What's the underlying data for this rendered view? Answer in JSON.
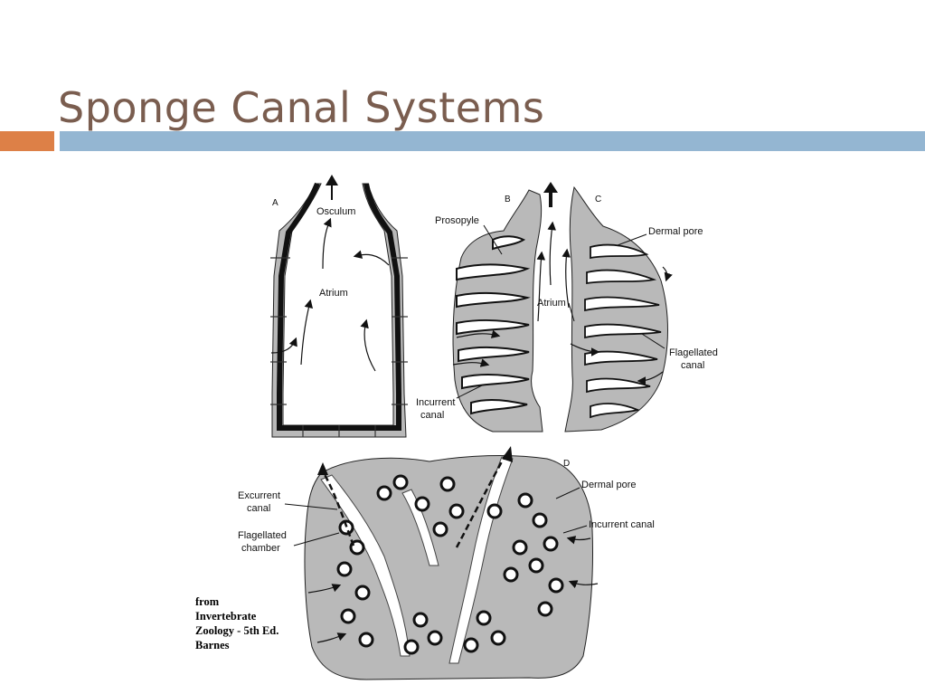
{
  "slide": {
    "title": "Sponge Canal Systems"
  },
  "figure": {
    "panels": [
      "A",
      "B",
      "C",
      "D"
    ],
    "labels": {
      "osculum": "Osculum",
      "atrium_a": "Atrium",
      "prosopyle": "Prosopyle",
      "dermal_pore_c": "Dermal pore",
      "atrium_bc": "Atrium",
      "flagellated_canal_1": "Flagellated",
      "flagellated_canal_2": "canal",
      "incurrent_canal_1": "Incurrent",
      "incurrent_canal_2": "canal",
      "excurrent_canal_1": "Excurrent",
      "excurrent_canal_2": "canal",
      "flagellated_chamber_1": "Flagellated",
      "flagellated_chamber_2": "chamber",
      "dermal_pore_d": "Dermal pore",
      "incurrent_canal_d": "Incurrent canal"
    },
    "credit": [
      "from",
      "Invertebrate",
      "Zoology - 5th Ed.",
      "Barnes"
    ]
  },
  "colors": {
    "title": "#7a5d4f",
    "accent_orange": "#dd8047",
    "accent_blue": "#94b6d2",
    "tissue": "#b9b9b9",
    "wall": "#111111"
  }
}
